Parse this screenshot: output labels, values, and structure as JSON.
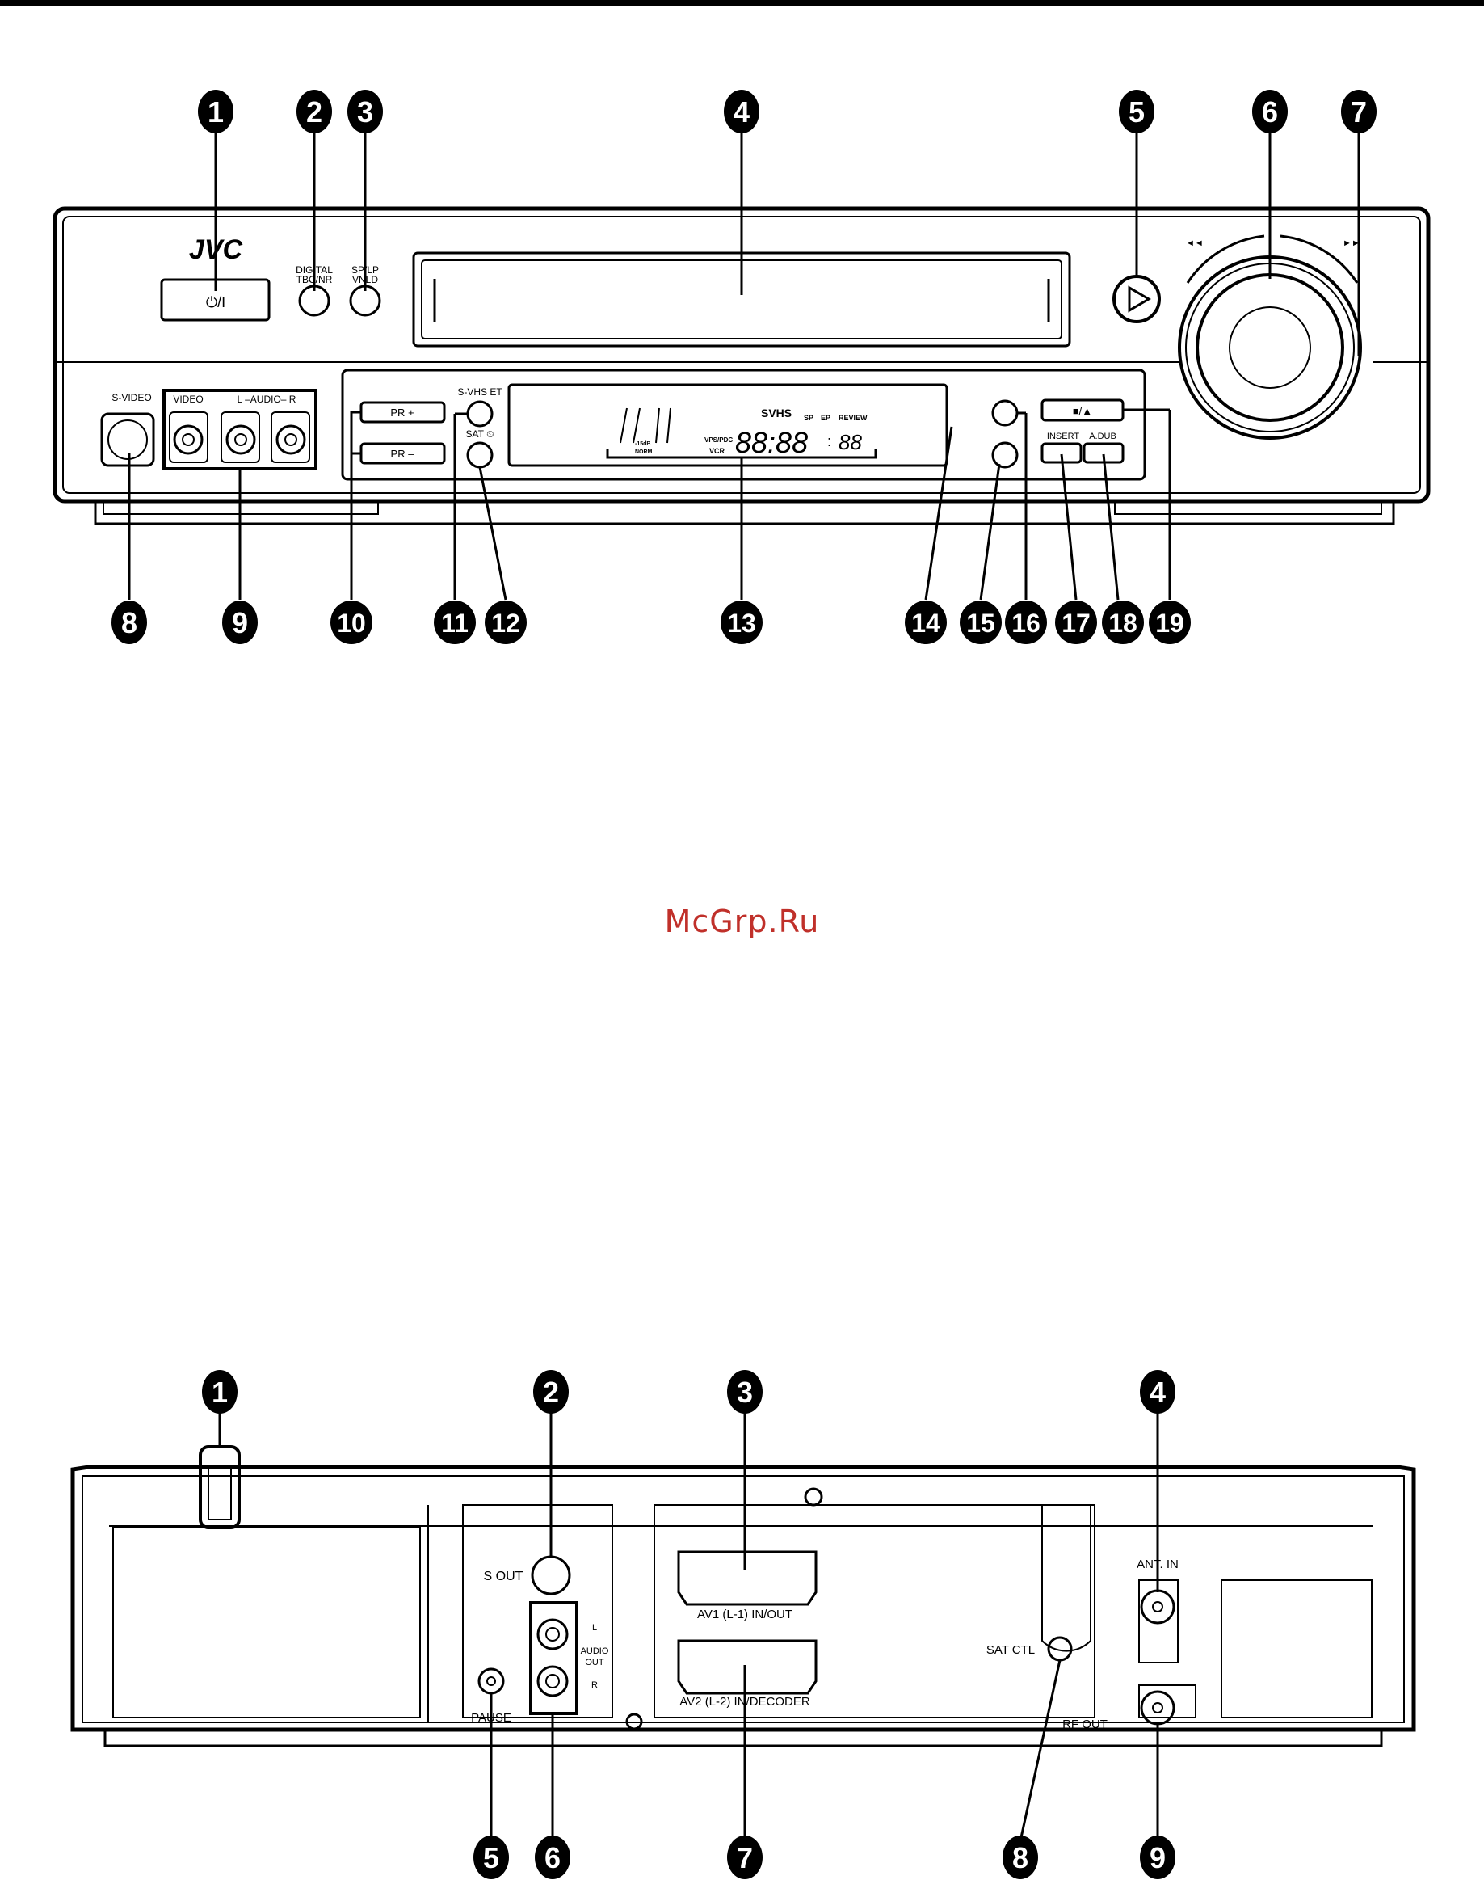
{
  "front": {
    "callouts": [
      "1",
      "2",
      "3",
      "4",
      "5",
      "6",
      "7",
      "8",
      "9",
      "10",
      "11",
      "12",
      "13",
      "14",
      "15",
      "16",
      "17",
      "18",
      "19"
    ],
    "brand": "JVC",
    "power_label": "⏻/I",
    "digital_label_1": "DIGITAL",
    "digital_label_2": "TBC/NR",
    "splp_label_1": "SP/LP",
    "splp_label_2": "VNLD",
    "svideo_label": "S-VIDEO",
    "video_label": "VIDEO",
    "audio_label": "L –AUDIO– R",
    "pr_plus": "PR +",
    "pr_minus": "PR –",
    "svhs_et": "S-VHS ET",
    "sat_label": "SAT ⏲",
    "display": {
      "svhs": "SVHS",
      "sp": "SP",
      "ep": "EP",
      "review": "REVIEW",
      "vps": "VPS/PDC",
      "vcr": "VCR",
      "norm": "NORM",
      "db": "-15dB",
      "time": "88:88",
      "colon": ":",
      "secs": "88"
    },
    "stop_eject": "■/▲",
    "insert": "INSERT",
    "adub": "A.DUB",
    "rew_mark": "◄◄",
    "ff_mark": "►►"
  },
  "watermark": "McGrp.Ru",
  "rear": {
    "callouts": [
      "1",
      "2",
      "3",
      "4",
      "5",
      "6",
      "7",
      "8",
      "9"
    ],
    "s_out": "S OUT",
    "av1": "AV1 (L-1) IN/OUT",
    "av2": "AV2 (L-2) IN/DECODER",
    "ant_in": "ANT. IN",
    "sat_ctl": "SAT CTL",
    "rf_out": "RF OUT",
    "pause": "PAUSE",
    "audio_l": "L",
    "audio": "AUDIO",
    "audio_out": "OUT",
    "audio_r": "R"
  }
}
